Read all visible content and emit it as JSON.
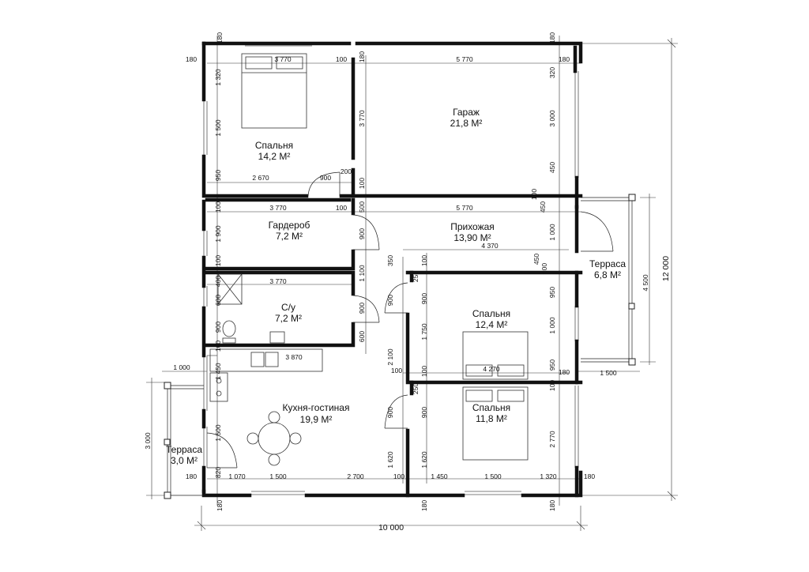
{
  "rooms": {
    "bedroom_1": {
      "name": "Спальня",
      "area": "14,2 М²"
    },
    "garage": {
      "name": "Гараж",
      "area": "21,8 М²"
    },
    "wardrobe": {
      "name": "Гардероб",
      "area": "7,2 М²"
    },
    "hallway": {
      "name": "Прихожая",
      "area": "13,90 М²"
    },
    "bathroom": {
      "name": "С/у",
      "area": "7,2 М²"
    },
    "terrace_right": {
      "name": "Терраса",
      "area": "6,8 М²"
    },
    "bedroom_2": {
      "name": "Спальня",
      "area": "12,4 М²"
    },
    "kitchen_living": {
      "name": "Кухня-гостиная",
      "area": "19,9 М²"
    },
    "bedroom_3": {
      "name": "Спальня",
      "area": "11,8 М²"
    },
    "terrace_left": {
      "name": "Терраса",
      "area": "3,0 М²"
    }
  },
  "overall": {
    "width": "10 000",
    "height": "12 000"
  },
  "dims": {
    "top_180_a": "180",
    "top_180_b": "180",
    "top_left_180": "180",
    "top_3770": "3 770",
    "top_100": "100",
    "top_180_c": "180",
    "top_5770": "5 770",
    "top_180_r": "180",
    "left_1320": "1 320",
    "left_1500": "1 500",
    "left_950": "950",
    "b1_2670": "2 670",
    "b1_900": "900",
    "b1_200": "200",
    "garage_3770": "3 770",
    "g_320": "320",
    "g_3000": "3 000",
    "g_450": "450",
    "g_100": "100",
    "mid_100_a": "100",
    "mid_3770": "3 770",
    "mid_100_b": "100",
    "mid_500": "500",
    "mid_5770": "5 770",
    "mid_450": "450",
    "w_1900": "1 900",
    "w_100": "100",
    "w_900": "900",
    "h_1000": "1 000",
    "h_4370": "4 370",
    "h_450": "450",
    "h_100": "100",
    "h_350": "350",
    "h_100b": "100",
    "h_250": "250",
    "h_1100": "1 100",
    "b_3770": "3 770",
    "b_400": "400",
    "b_600": "600",
    "b_900": "900",
    "b_900d": "900",
    "b_900v": "900",
    "b_100": "100",
    "b_600b": "600",
    "s2_900": "900",
    "s2_950": "950",
    "s2_1750": "1 750",
    "s2_1000": "1 000",
    "s2_950b": "950",
    "s2_100": "100",
    "s2_4270": "4 270",
    "s2_180": "180",
    "s2_100b": "100",
    "t_1500": "1 500",
    "t_4500": "4 500",
    "k_3870": "3 870",
    "k_1000": "1 000",
    "k_1450": "1 450",
    "k_2100": "2 100",
    "k_100": "100",
    "k_100b": "100",
    "k_250": "250",
    "k_100c": "100",
    "k_900": "900",
    "k_900b": "900",
    "k_1500": "1 500",
    "k_1620": "1 620",
    "k_1620b": "1 620",
    "s3_2770": "2 770",
    "s3_100": "100",
    "k_3000": "3 000",
    "k_820": "820",
    "bot_180": "180",
    "bot_1070": "1 070",
    "bot_1500": "1 500",
    "bot_2700": "2 700",
    "bot_100": "100",
    "bot_1450": "1 450",
    "bot_1500b": "1 500",
    "bot_1320": "1 320",
    "bot_180r": "180",
    "bot_180_a": "180",
    "bot_180_b": "180",
    "bot_180_c": "180"
  }
}
